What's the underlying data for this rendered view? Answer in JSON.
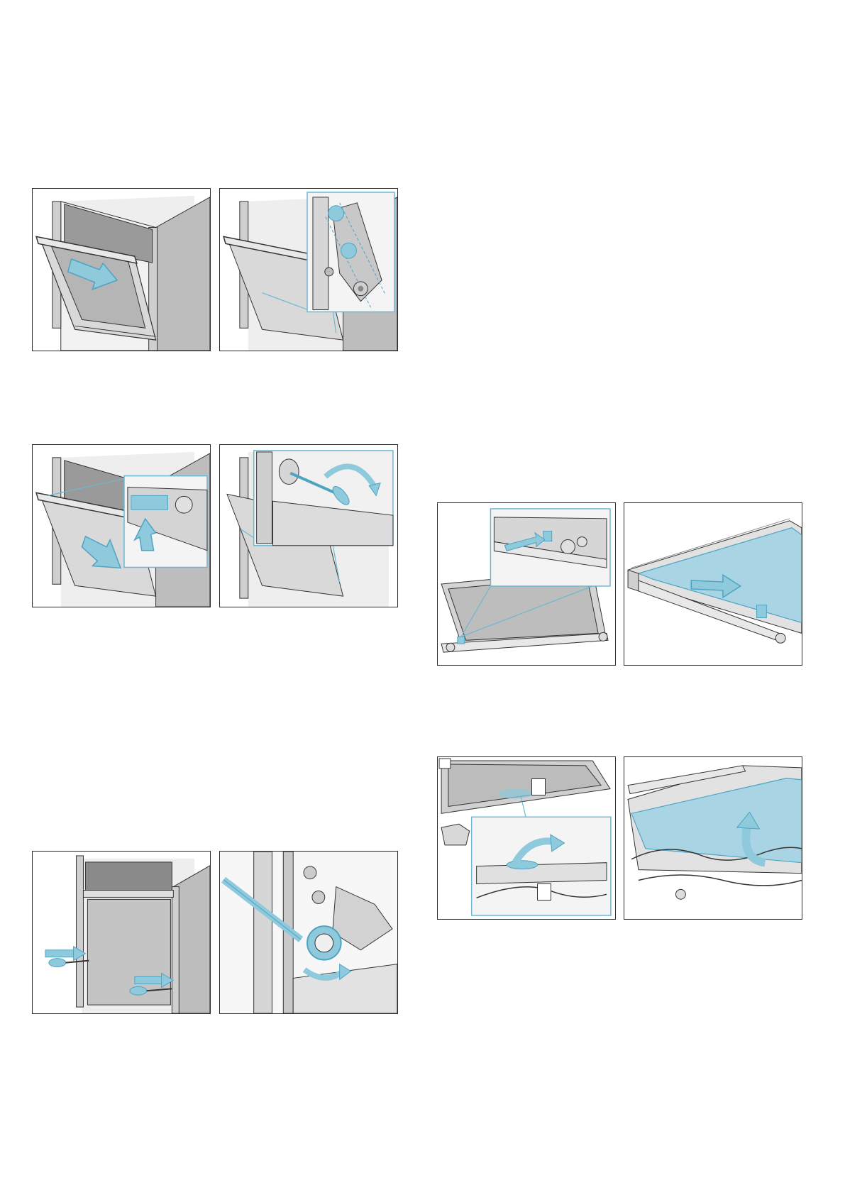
{
  "colors": {
    "accent_blue": "#8ec9dc",
    "accent_blue_dark": "#4ea3c2",
    "steel_light": "#e6e6e6",
    "steel_mid": "#b9b9b9",
    "steel_dark": "#6e6e6e",
    "outline": "#2a2a2a"
  },
  "figures": [
    {
      "id": "fig-1a",
      "subject": "door-open-arrow"
    },
    {
      "id": "fig-1b",
      "subject": "hinge-detail-callout"
    },
    {
      "id": "fig-2a",
      "subject": "hinge-lever-callout"
    },
    {
      "id": "fig-2b",
      "subject": "screwdriver-rotate-callout"
    },
    {
      "id": "fig-3a",
      "subject": "door-screws-arrows"
    },
    {
      "id": "fig-3b",
      "subject": "hinge-screw-rotate"
    },
    {
      "id": "fig-4a",
      "subject": "glass-clip-callout"
    },
    {
      "id": "fig-4b",
      "subject": "glass-slide-arrow"
    },
    {
      "id": "fig-5a",
      "subject": "glass-holder-callout"
    },
    {
      "id": "fig-5b",
      "subject": "glass-lift-arrow"
    }
  ]
}
